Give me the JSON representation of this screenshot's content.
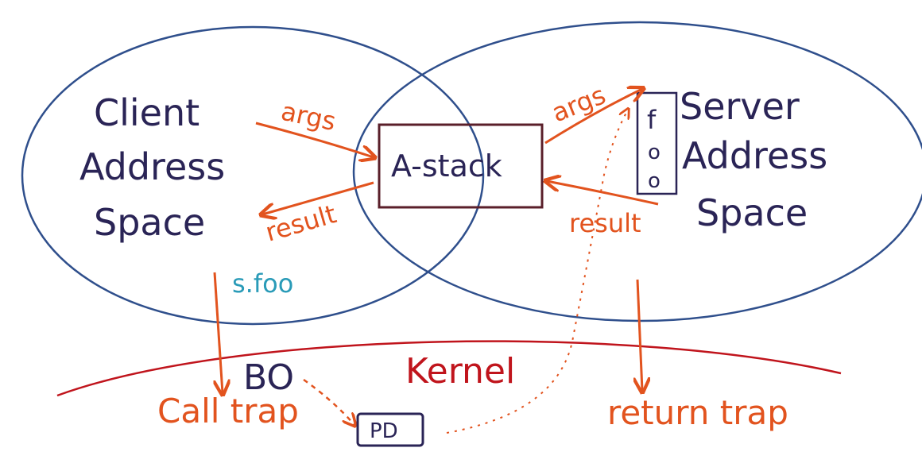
{
  "client": {
    "line1": "Client",
    "line2": "Address",
    "line3": "Space"
  },
  "server": {
    "line1": "Server",
    "line2": "Address",
    "line3": "Space"
  },
  "astack": "A-stack",
  "foo_box": {
    "c1": "f",
    "c2": "o",
    "c3": "o"
  },
  "arrows": {
    "client_args": "args",
    "client_result": "result",
    "server_args": "args",
    "server_result": "result"
  },
  "call": "s.foo",
  "kernel": "Kernel",
  "bo": "BO",
  "pd": "PD",
  "call_trap": "Call trap",
  "return_trap": "return trap",
  "colors": {
    "ellipse": "#2f4f8c",
    "navy_text": "#2a2456",
    "arrow": "#e2531e",
    "kernel": "#c0141c",
    "call_text": "#2a9bb8",
    "astack_box": "#5a1f2a"
  }
}
